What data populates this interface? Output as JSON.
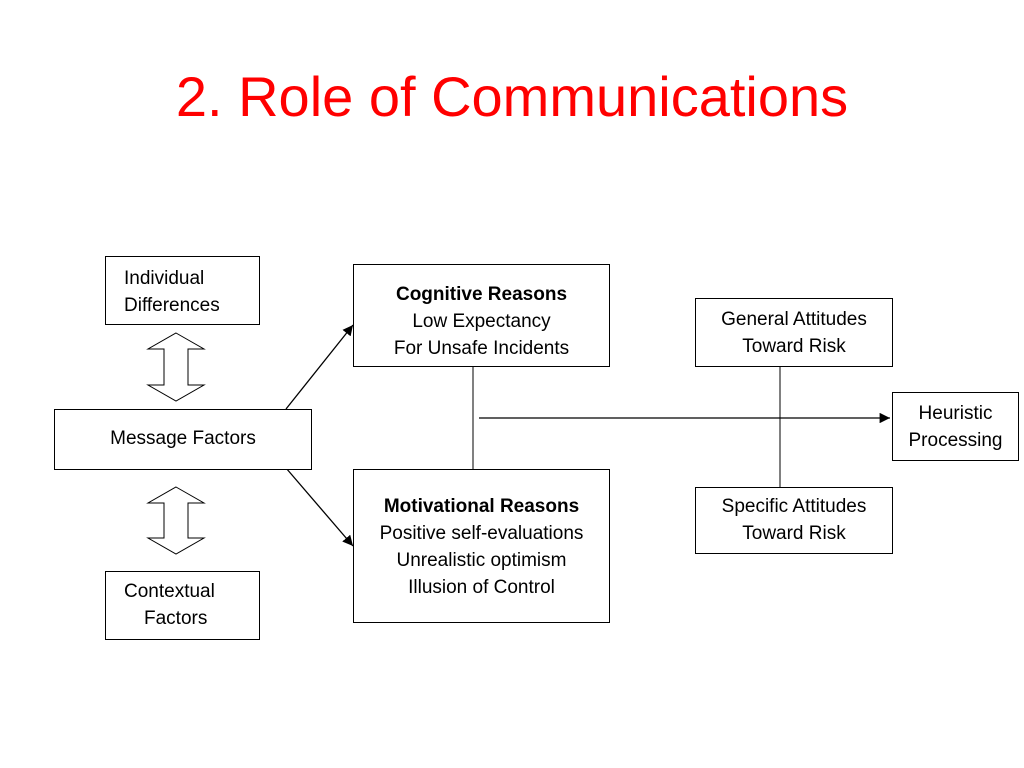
{
  "title": {
    "text": "2. Role of Communications",
    "color": "#ff0000"
  },
  "nodes": {
    "individual_differences": {
      "lines": [
        "Individual",
        "Differences"
      ]
    },
    "message_factors": {
      "lines": [
        "Message Factors"
      ]
    },
    "contextual_factors": {
      "lines": [
        "Contextual",
        "Factors"
      ]
    },
    "cognitive_reasons": {
      "heading": "Cognitive Reasons",
      "lines": [
        "Low Expectancy",
        "For Unsafe Incidents"
      ]
    },
    "motivational_reasons": {
      "heading": "Motivational Reasons",
      "lines": [
        "Positive self-evaluations",
        "Unrealistic optimism",
        "Illusion of Control"
      ]
    },
    "general_attitudes": {
      "lines": [
        "General Attitudes",
        "Toward Risk"
      ]
    },
    "specific_attitudes": {
      "lines": [
        "Specific Attitudes",
        "Toward Risk"
      ]
    },
    "heuristic_processing": {
      "lines": [
        "Heuristic",
        "Processing"
      ]
    }
  }
}
